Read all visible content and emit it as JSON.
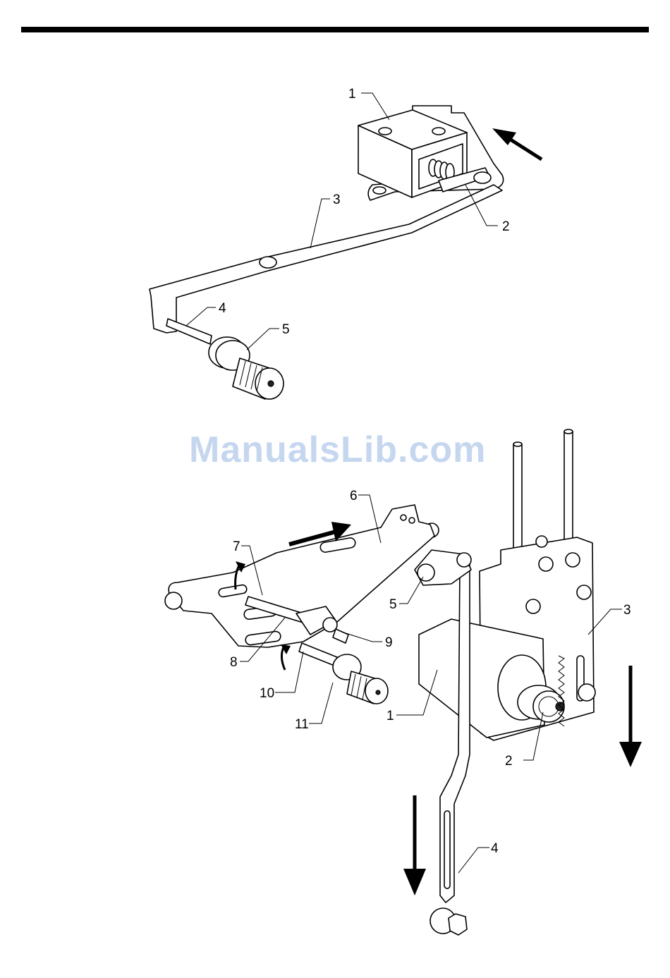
{
  "watermark": "ManualsLib.com",
  "figure_top": {
    "callouts": [
      "1",
      "2",
      "3",
      "4",
      "5"
    ]
  },
  "figure_bottom": {
    "callouts": [
      "1",
      "2",
      "3",
      "4",
      "5",
      "6",
      "7",
      "8",
      "9",
      "10",
      "11"
    ]
  }
}
